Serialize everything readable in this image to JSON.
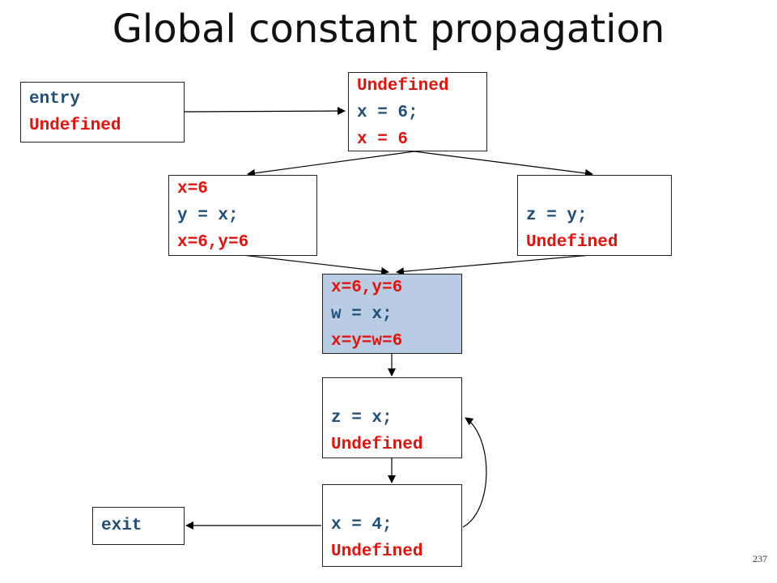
{
  "title": "Global constant propagation",
  "page_number": "237",
  "colors": {
    "code": "#1f4e79",
    "fact": "#e3120b",
    "highlight": "#b8cce4"
  },
  "nodes": {
    "entry": {
      "lines": [
        "entry",
        "Undefined"
      ]
    },
    "b1": {
      "lines": [
        "Undefined",
        "x = 6;",
        "x = 6"
      ]
    },
    "b2": {
      "lines": [
        "x=6",
        "y = x;",
        "x=6,y=6"
      ]
    },
    "b3": {
      "lines": [
        "",
        "z = y;",
        "Undefined"
      ]
    },
    "b4": {
      "lines": [
        "x=6,y=6",
        "w = x;",
        "x=y=w=6"
      ]
    },
    "b5": {
      "lines": [
        "",
        "z = x;",
        "Undefined"
      ]
    },
    "b6": {
      "lines": [
        "",
        "x = 4;",
        "Undefined"
      ]
    },
    "exit": {
      "lines": [
        "exit"
      ]
    }
  }
}
